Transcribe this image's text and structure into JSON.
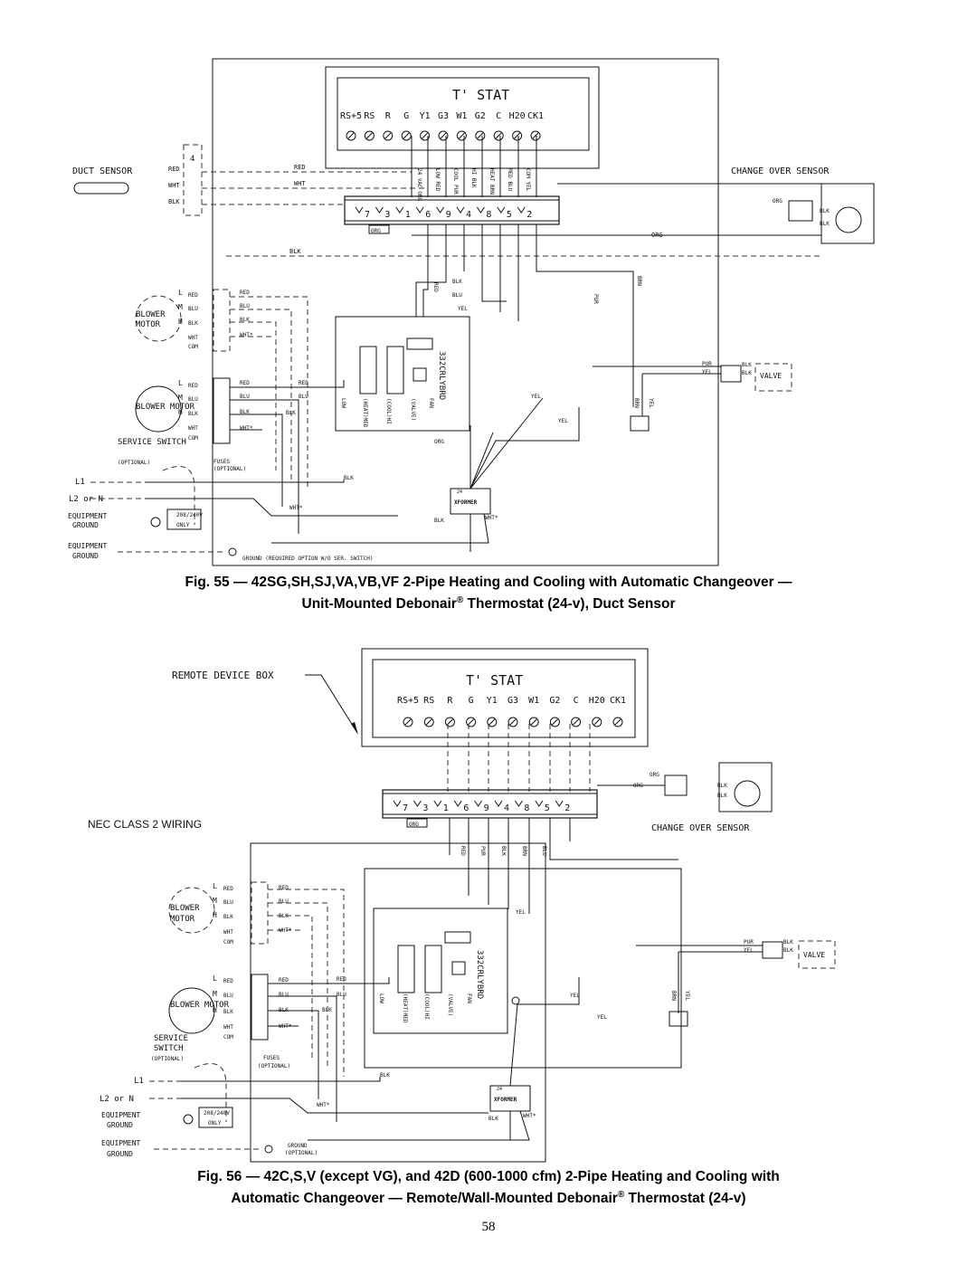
{
  "fig55": {
    "tstat_title": "T' STAT",
    "terminals": [
      "RS+5",
      "RS",
      "R",
      "G",
      "Y1",
      "G3",
      "W1",
      "G2",
      "C",
      "H20",
      "CK1"
    ],
    "duct_sensor": "DUCT SENSOR",
    "change_over_sensor": "CHANGE OVER SENSOR",
    "blower_motor": "BLOWER MOTOR",
    "service_switch": "SERVICE SWITCH",
    "optional": "(OPTIONAL)",
    "fuses": "FUSES",
    "fuses_optional": "(OPTIONAL)",
    "l1": "L1",
    "l2": "L2 or N",
    "equipment_ground": "EQUIPMENT GROUND",
    "only_208": "208/240V ONLY",
    "ground_note": "GROUND (REQUIRED OPTION W/O SER. SWITCH)",
    "valve": "VALVE",
    "board": "332CRLYBRD",
    "xformer": "XFORMER",
    "strip_numbers": [
      "7",
      "3",
      "1",
      "6",
      "9",
      "4",
      "8",
      "5",
      "2"
    ],
    "wire_labels": [
      "24 VAC ORG",
      "LOW RED",
      "COOL PUR",
      "HI BLK",
      "HEAT BRN",
      "MED BLU",
      "COM YEL"
    ],
    "caption_line1": "Fig. 55 — 42SG,SH,SJ,VA,VB,VF 2-Pipe Heating and Cooling with Automatic Changeover —",
    "caption_line2_pre": "Unit-Mounted Debonair",
    "caption_line2_post": " Thermostat (24-v), Duct Sensor"
  },
  "fig56": {
    "remote_device_box": "REMOTE DEVICE BOX",
    "tstat_title": "T' STAT",
    "terminals": [
      "RS+5",
      "RS",
      "R",
      "G",
      "Y1",
      "G3",
      "W1",
      "G2",
      "C",
      "H20",
      "CK1"
    ],
    "nec_class": "NEC CLASS 2 WIRING",
    "change_over_sensor": "CHANGE OVER SENSOR",
    "blower_motor": "BLOWER MOTOR",
    "service_switch": "SERVICE SWITCH",
    "optional": "(OPTIONAL)",
    "fuses": "FUSES",
    "fuses_optional": "(OPTIONAL)",
    "l1": "L1",
    "l2": "L2 or N",
    "equipment_ground": "EQUIPMENT GROUND",
    "only_208": "208/240V ONLY",
    "ground_note": "GROUND (OPTIONAL)",
    "valve": "VALVE",
    "board": "332CRLYBRD",
    "xformer": "XFORMER",
    "strip_numbers": [
      "7",
      "3",
      "1",
      "6",
      "9",
      "4",
      "8",
      "5",
      "2"
    ],
    "caption_line1": "Fig. 56 — 42C,S,V (except VG), and 42D (600-1000 cfm) 2-Pipe Heating and Cooling with",
    "caption_line2_pre": "Automatic Changeover — Remote/Wall-Mounted Debonair",
    "caption_line2_post": " Thermostat (24-v)"
  },
  "registered_mark": "®",
  "page_number": "58"
}
